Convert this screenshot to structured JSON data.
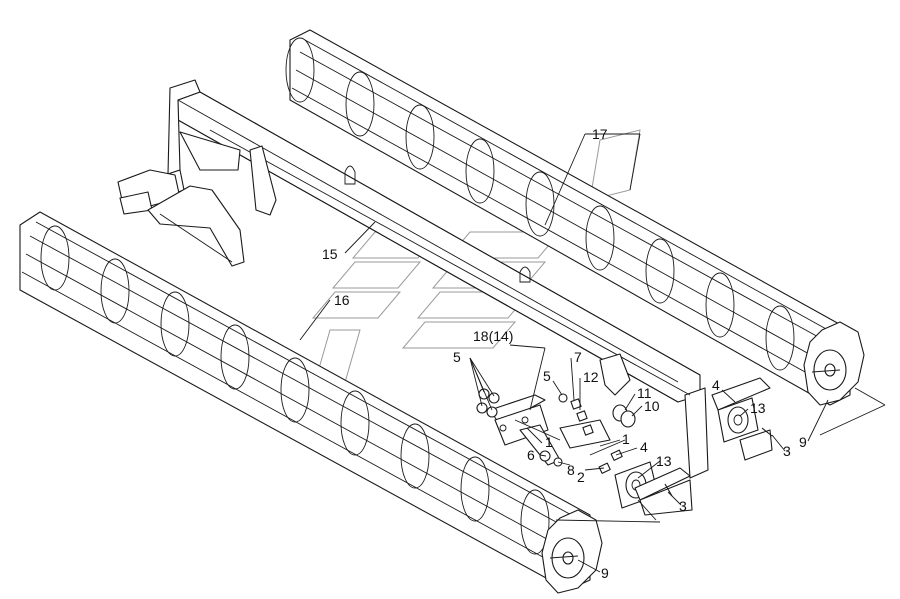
{
  "diagram": {
    "callouts": [
      {
        "id": "c17",
        "label": "17"
      },
      {
        "id": "c15",
        "label": "15"
      },
      {
        "id": "c16",
        "label": "16"
      },
      {
        "id": "c18",
        "label": "18(14)"
      },
      {
        "id": "c5a",
        "label": "5"
      },
      {
        "id": "c5b",
        "label": "5"
      },
      {
        "id": "c7",
        "label": "7"
      },
      {
        "id": "c12",
        "label": "12"
      },
      {
        "id": "c11",
        "label": "11"
      },
      {
        "id": "c10",
        "label": "10"
      },
      {
        "id": "c4a",
        "label": "4"
      },
      {
        "id": "c13a",
        "label": "13"
      },
      {
        "id": "c3a",
        "label": "3"
      },
      {
        "id": "c9a",
        "label": "9"
      },
      {
        "id": "c1a",
        "label": "1"
      },
      {
        "id": "c1b",
        "label": "1"
      },
      {
        "id": "c4b",
        "label": "4"
      },
      {
        "id": "c6",
        "label": "6"
      },
      {
        "id": "c8",
        "label": "8"
      },
      {
        "id": "c2",
        "label": "2"
      },
      {
        "id": "c13b",
        "label": "13"
      },
      {
        "id": "c3b",
        "label": "3"
      },
      {
        "id": "c9b",
        "label": "9"
      }
    ]
  }
}
